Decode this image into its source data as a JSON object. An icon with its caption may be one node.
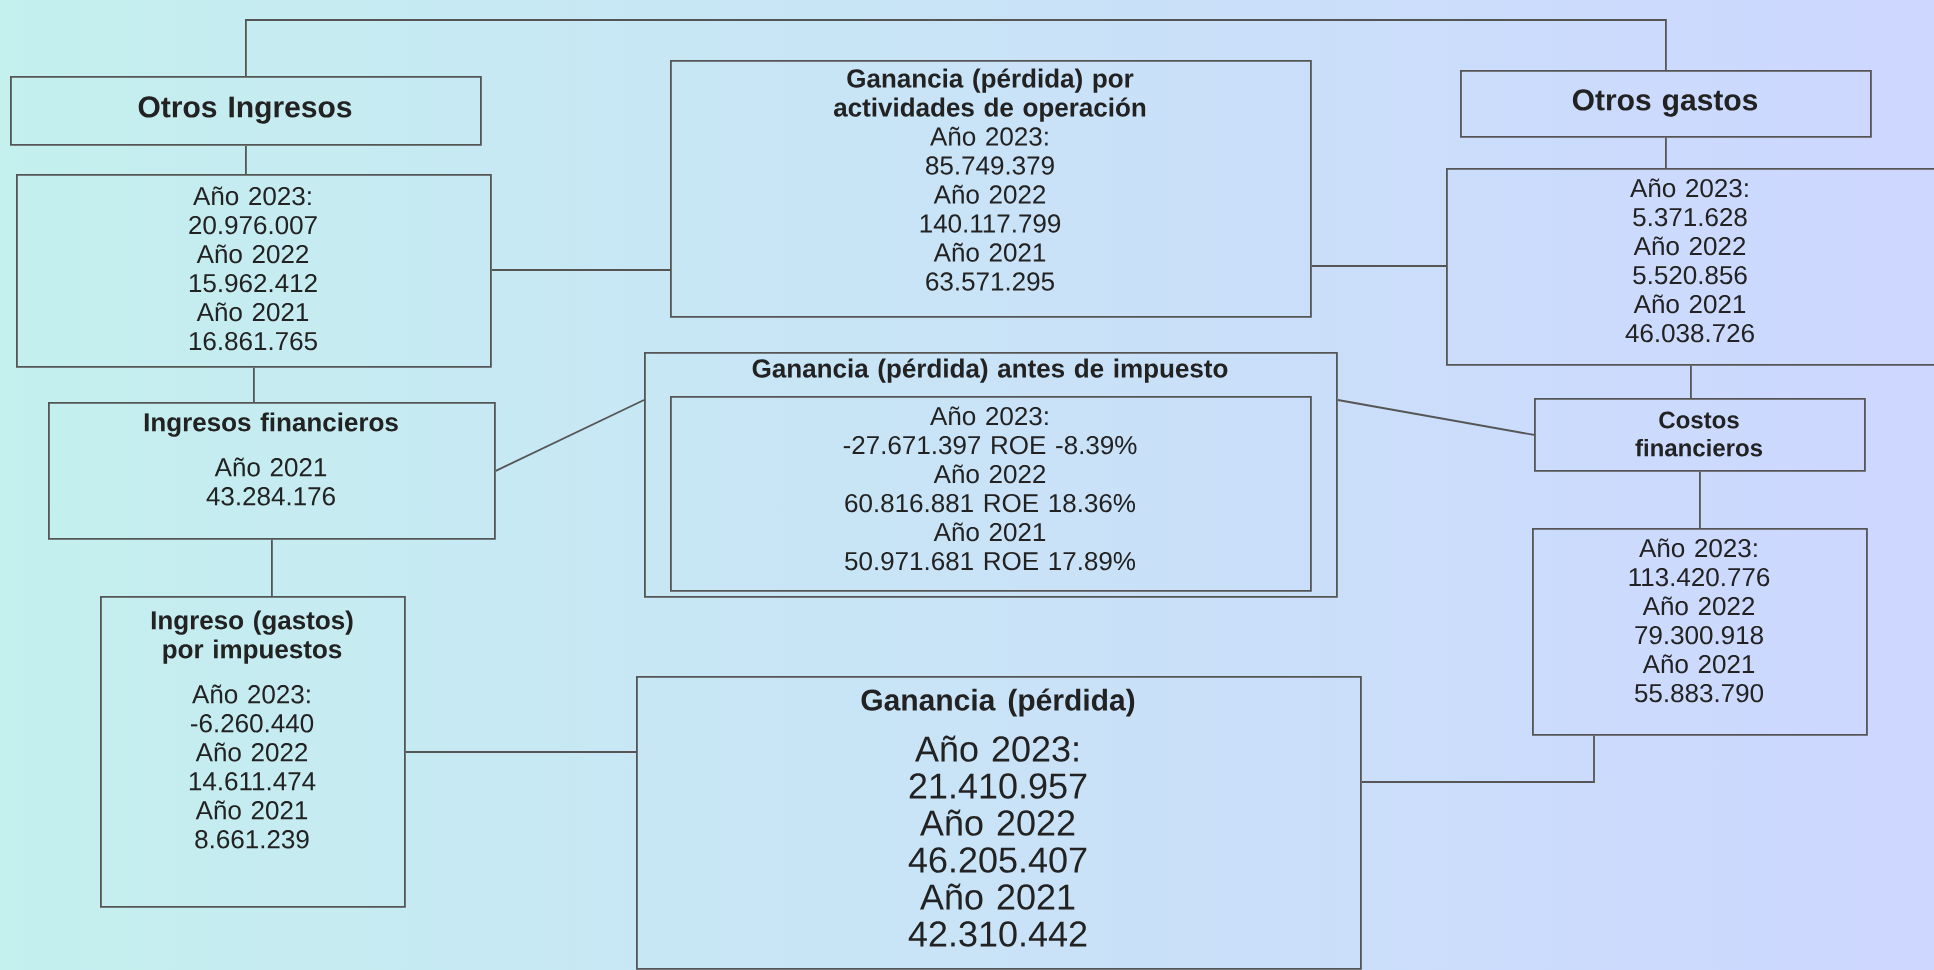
{
  "diagram": {
    "nodes": [
      {
        "text": [
          "Otros Ingresos"
        ]
      },
      {
        "text": [
          "Ganancia (pérdida) por actividades de operación",
          "Año 2023:",
          "85.749.379",
          "Año 2022",
          "140.117.799",
          "Año 2021",
          "63.571.295"
        ]
      },
      {
        "text": [
          "Otros gastos"
        ]
      },
      {
        "text": [
          "Año 2023:",
          "20.976.007",
          "Año 2022",
          "15.962.412",
          "Año 2021",
          "16.861.765"
        ]
      },
      {
        "text": [
          "Año 2023:",
          "5.371.628",
          "Año 2022",
          "5.520.856",
          "Año 2021",
          "46.038.726"
        ]
      },
      {
        "text": [
          "Ingresos financieros",
          "Año 2021",
          "43.284.176"
        ]
      },
      {
        "text": [
          "Ganancia (pérdida) antes de impuesto"
        ]
      },
      {
        "text": [
          "Año 2023:",
          "-27.671.397 ROE -8.39%",
          "Año 2022",
          "60.816.881 ROE 18.36%",
          "Año 2021",
          "50.971.681 ROE 17.89%"
        ],
        "in": 6
      },
      {
        "text": [
          "Costos financieros"
        ]
      },
      {
        "text": [
          "Año 2023:",
          "113.420.776",
          "Año 2022",
          "79.300.918",
          "Año 2021",
          "55.883.790"
        ]
      },
      {
        "text": [
          "Ingreso (gastos) por impuestos",
          "Año 2023:",
          "-6.260.440",
          "Año 2022",
          "14.611.474",
          "Año 2021",
          "8.661.239"
        ]
      },
      {
        "text": [
          "Ganancia (pérdida)",
          "Año 2023:",
          "21.410.957",
          "Año 2022",
          "46.205.407",
          "Año 2021",
          "42.310.442"
        ]
      }
    ],
    "edges": [
      {
        "from": 0,
        "to": 2,
        "arrow": "none"
      },
      {
        "from": 0,
        "to": 3,
        "arrow": "none"
      },
      {
        "from": 3,
        "to": 1,
        "arrow": "none"
      },
      {
        "from": 2,
        "to": 4,
        "arrow": "none"
      },
      {
        "from": 1,
        "to": 4,
        "arrow": "none"
      },
      {
        "from": 3,
        "to": 5,
        "arrow": "none"
      },
      {
        "from": 5,
        "to": 6,
        "arrow": "none"
      },
      {
        "from": 6,
        "to": 8,
        "arrow": "none"
      },
      {
        "from": 4,
        "to": 8,
        "arrow": "none"
      },
      {
        "from": 8,
        "to": 9,
        "arrow": "none"
      },
      {
        "from": 5,
        "to": 10,
        "arrow": "none"
      },
      {
        "from": 10,
        "to": 11,
        "arrow": "none"
      },
      {
        "from": 9,
        "to": 11,
        "arrow": "none"
      }
    ]
  }
}
